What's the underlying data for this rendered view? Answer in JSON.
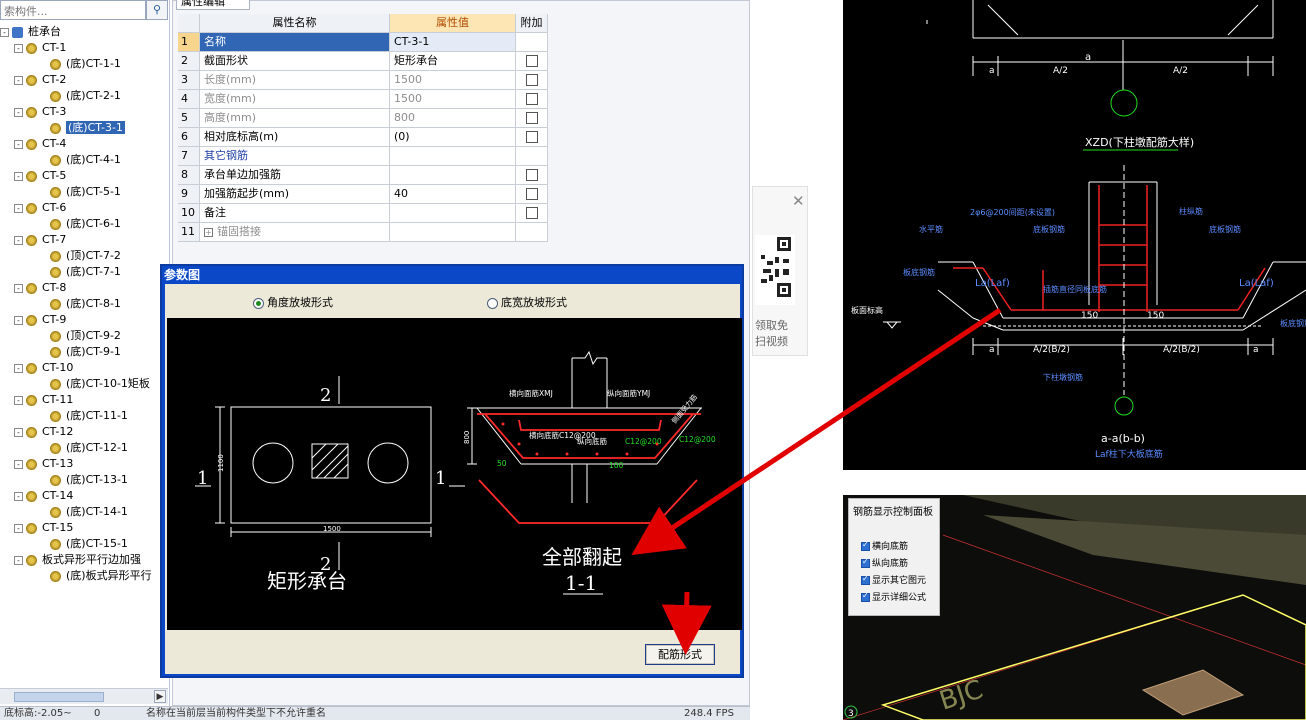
{
  "tree": {
    "search_placeholder": "索构件...",
    "root": "桩承台",
    "items": [
      {
        "label": "CT-1",
        "level": 1,
        "toggle": "-"
      },
      {
        "label": "(底)CT-1-1",
        "level": 2
      },
      {
        "label": "CT-2",
        "level": 1,
        "toggle": "-"
      },
      {
        "label": "(底)CT-2-1",
        "level": 2
      },
      {
        "label": "CT-3",
        "level": 1,
        "toggle": "-"
      },
      {
        "label": "(底)CT-3-1",
        "level": 2,
        "selected": true
      },
      {
        "label": "CT-4",
        "level": 1,
        "toggle": "-"
      },
      {
        "label": "(底)CT-4-1",
        "level": 2
      },
      {
        "label": "CT-5",
        "level": 1,
        "toggle": "-"
      },
      {
        "label": "(底)CT-5-1",
        "level": 2
      },
      {
        "label": "CT-6",
        "level": 1,
        "toggle": "-"
      },
      {
        "label": "(底)CT-6-1",
        "level": 2
      },
      {
        "label": "CT-7",
        "level": 1,
        "toggle": "-"
      },
      {
        "label": "(顶)CT-7-2",
        "level": 2
      },
      {
        "label": "(底)CT-7-1",
        "level": 2
      },
      {
        "label": "CT-8",
        "level": 1,
        "toggle": "-"
      },
      {
        "label": "(底)CT-8-1",
        "level": 2
      },
      {
        "label": "CT-9",
        "level": 1,
        "toggle": "-"
      },
      {
        "label": "(顶)CT-9-2",
        "level": 2
      },
      {
        "label": "(底)CT-9-1",
        "level": 2
      },
      {
        "label": "CT-10",
        "level": 1,
        "toggle": "-"
      },
      {
        "label": "(底)CT-10-1矩板",
        "level": 2
      },
      {
        "label": "CT-11",
        "level": 1,
        "toggle": "-"
      },
      {
        "label": "(底)CT-11-1",
        "level": 2
      },
      {
        "label": "CT-12",
        "level": 1,
        "toggle": "-"
      },
      {
        "label": "(底)CT-12-1",
        "level": 2
      },
      {
        "label": "CT-13",
        "level": 1,
        "toggle": "-"
      },
      {
        "label": "(底)CT-13-1",
        "level": 2
      },
      {
        "label": "CT-14",
        "level": 1,
        "toggle": "-"
      },
      {
        "label": "(底)CT-14-1",
        "level": 2
      },
      {
        "label": "CT-15",
        "level": 1,
        "toggle": "-"
      },
      {
        "label": "(底)CT-15-1",
        "level": 2
      },
      {
        "label": "板式异形平行边加强",
        "level": 1,
        "toggle": "-"
      },
      {
        "label": "(底)板式异形平行",
        "level": 2
      }
    ]
  },
  "properties": {
    "tab_title": "属性编辑",
    "headers": {
      "name": "属性名称",
      "value": "属性值",
      "extra": "附加"
    },
    "rows": [
      {
        "num": "1",
        "name": "名称",
        "value": "CT-3-1",
        "check": false,
        "style": "selected"
      },
      {
        "num": "2",
        "name": "截面形状",
        "value": "矩形承台",
        "check": true,
        "style": ""
      },
      {
        "num": "3",
        "name": "长度(mm)",
        "value": "1500",
        "check": true,
        "style": "greyed"
      },
      {
        "num": "4",
        "name": "宽度(mm)",
        "value": "1500",
        "check": true,
        "style": "greyed"
      },
      {
        "num": "5",
        "name": "高度(mm)",
        "value": "800",
        "check": true,
        "style": "greyed"
      },
      {
        "num": "6",
        "name": "相对底标高(m)",
        "value": "(0)",
        "check": true,
        "style": ""
      },
      {
        "num": "7",
        "name": "其它钢筋",
        "value": "",
        "check": false,
        "style": "blue"
      },
      {
        "num": "8",
        "name": "承台单边加强筋",
        "value": "",
        "check": true,
        "style": ""
      },
      {
        "num": "9",
        "name": "加强筋起步(mm)",
        "value": "40",
        "check": true,
        "style": ""
      },
      {
        "num": "10",
        "name": "备注",
        "value": "",
        "check": true,
        "style": ""
      },
      {
        "num": "11",
        "name": "锚固搭接",
        "value": "",
        "check": false,
        "style": "greyed-plus"
      }
    ]
  },
  "dialog": {
    "title": "参数图",
    "radio_angle": "角度放坡形式",
    "radio_width": "底宽放坡形式",
    "config_button": "配筋形式",
    "drawing": {
      "plan_caption": "矩形承台",
      "section_caption": "全部翻起",
      "section_label": "1-1",
      "mark_2": "2",
      "mark_1": "1",
      "dim_1500": "1500",
      "dim_1100": "1100",
      "dim_800": "800",
      "dim_50": "50",
      "dim_100": "100",
      "lbl_h_top": "横向面筋XMJ",
      "lbl_v_top": "纵向面筋YMJ",
      "lbl_side": "侧面受力筋",
      "lbl_h_bot": "横向底筋C12@200",
      "lbl_v_bot": "纵向底筋",
      "lbl_c12": "C12@200",
      "lbl_c12b": "C12@200"
    }
  },
  "cad_top": {
    "title": "XZD(下柱墩配筋大样)",
    "a": "a",
    "a2": "A/2",
    "ab2": "A/2(B/2)",
    "la": "La(Laf)",
    "dim150": "150",
    "section": "a-a(b-b)",
    "sub": "Laf柱下大板底筋",
    "n_label": "a",
    "lbl1": "2φ6@200间距(未设置)",
    "lbl2": "底板钢筋",
    "lbl3": "柱纵筋",
    "lbl4": "底板钢筋",
    "lbl5": "水平筋",
    "lbl6": "板底钢筋",
    "lbl7": "插筋直径同板底筋",
    "lbl8": "板底钢筋",
    "lbl9": "下柱墩钢筋",
    "lbl10": "板面标高"
  },
  "cad_bottom": {
    "panel_title": "钢筋显示控制面板",
    "options": [
      "横向底筋",
      "纵向底筋",
      "显示其它图元",
      "显示详细公式"
    ],
    "page_num": "3"
  },
  "ad": {
    "text1": "领取免",
    "text2": "扫视频"
  },
  "status": {
    "left": "底标高:-2.05~",
    "mid": "0",
    "msg": "名称在当前层当前构件类型下不允许重名",
    "fps": "248.4 FPS"
  },
  "colors": {
    "selection": "#3066b4",
    "accent_header": "#fde6b4",
    "arrow": "#e00000",
    "cad_green": "#22dd22"
  }
}
